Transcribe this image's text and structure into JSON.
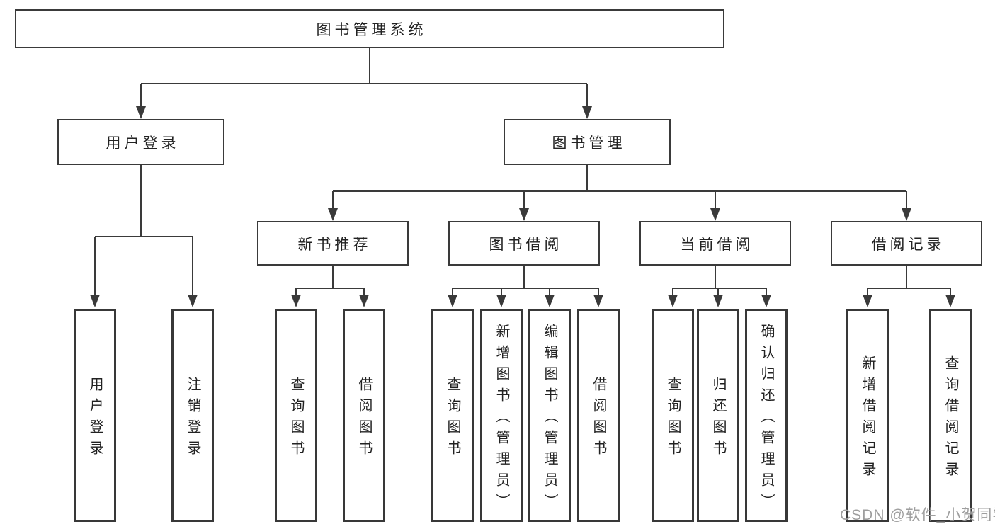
{
  "colors": {
    "background": "#ffffff",
    "line": "#3a3a3a",
    "box_border": "#3a3a3a",
    "text": "#222222",
    "watermark": "#9e9e9e"
  },
  "diagram": {
    "root": {
      "label": "图书管理系统"
    },
    "level2": [
      {
        "label": "用户登录"
      },
      {
        "label": "图书管理"
      }
    ],
    "level3": [
      {
        "label": "新书推荐"
      },
      {
        "label": "图书借阅"
      },
      {
        "label": "当前借阅"
      },
      {
        "label": "借阅记录"
      }
    ],
    "leaves": {
      "user_login": [
        "用户登录",
        "注销登录"
      ],
      "new_book_recommend": [
        "查询图书",
        "借阅图书"
      ],
      "book_borrow": [
        "查询图书",
        "新增图书（管理员）",
        "编辑图书（管理员）",
        "借阅图书"
      ],
      "current_borrow": [
        "查询图书",
        "归还图书",
        "确认归还（管理员）"
      ],
      "borrow_records": [
        "新增借阅记录",
        "查询借阅记录"
      ]
    }
  },
  "watermark": {
    "text": "CSDN @软件_小贺同学"
  }
}
